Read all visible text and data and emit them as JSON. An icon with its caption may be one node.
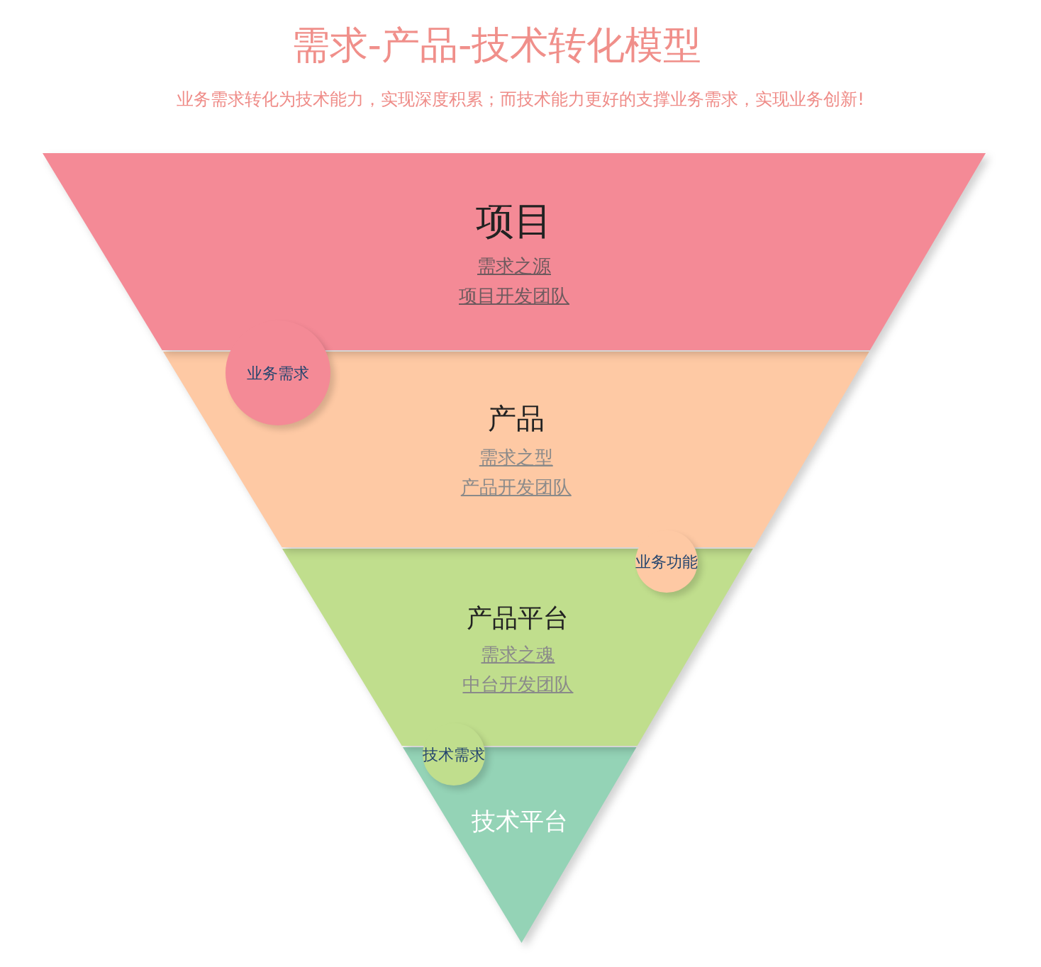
{
  "diagram": {
    "title": "需求-产品-技术转化模型",
    "nodes": [
      {
        "text": [
          "项目",
          "需求之源",
          "项目开发团队"
        ]
      },
      {
        "text": [
          "产品",
          "需求之型",
          "产品开发团队"
        ]
      },
      {
        "text": [
          "产品平台",
          "需求之魂",
          "中台开发团队"
        ]
      },
      {
        "text": [
          "技术平台"
        ]
      },
      {
        "text": [
          "业务需求"
        ]
      },
      {
        "text": [
          "业务功能"
        ]
      },
      {
        "text": [
          "技术需求"
        ]
      }
    ],
    "edges": [],
    "labels": [
      "业务需求转化为技术能力，实现深度积累；而技术能力更好的支撑业务需求，实现业务创新!"
    ]
  }
}
